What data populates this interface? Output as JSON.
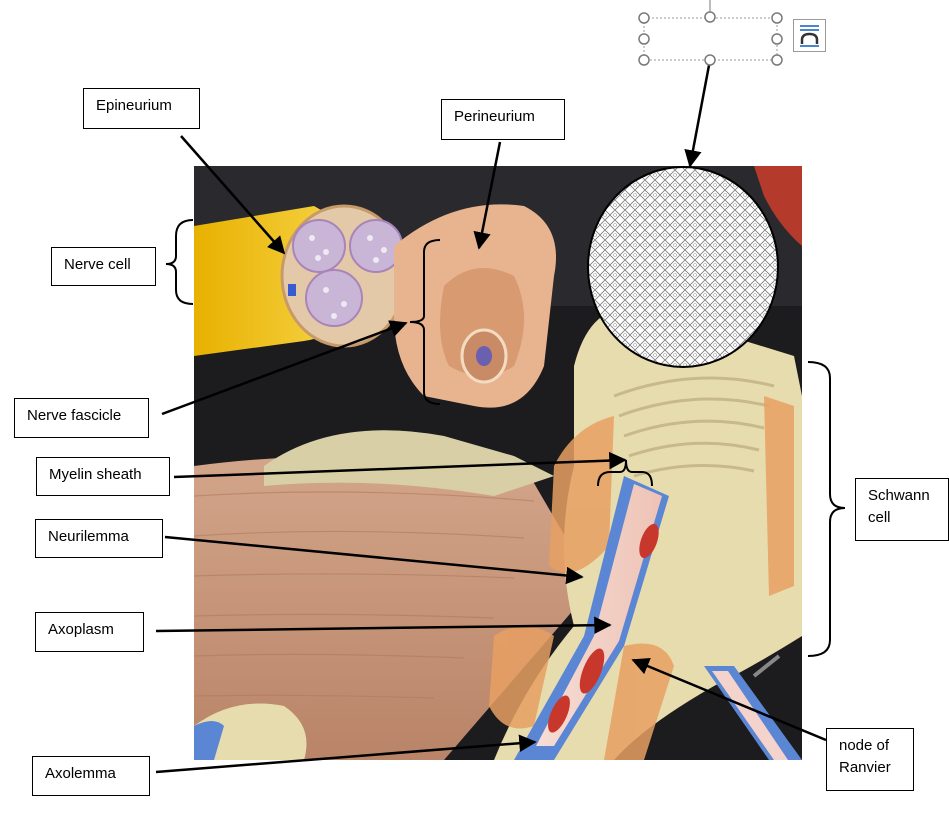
{
  "labels": {
    "epineurium": "Epineurium",
    "perineurium": "Perineurium",
    "nerve_cell": "Nerve cell",
    "nerve_fascicle": "Nerve fascicle",
    "myelin_sheath": "Myelin sheath",
    "neurilemma": "Neurilemma",
    "axoplasm": "Axoplasm",
    "axolemma": "Axolemma",
    "schwann_cell": "Schwann\ncell",
    "node_of_ranvier": "node of\nRanvier"
  },
  "selected_textbox": {
    "text": ""
  },
  "layout_options": {
    "icon": "layout-options-icon"
  },
  "colors": {
    "model_tan": "#e7dcae",
    "myelin_orange": "#e7a063",
    "axolemma_blue": "#5b86d4",
    "axoplasm_pink": "#f3d3cb",
    "nerve_yellow": "#f1c40f",
    "wood": "#c9967a",
    "selection_handle": "#7a7a7a",
    "icon_blue": "#2f74c7"
  }
}
